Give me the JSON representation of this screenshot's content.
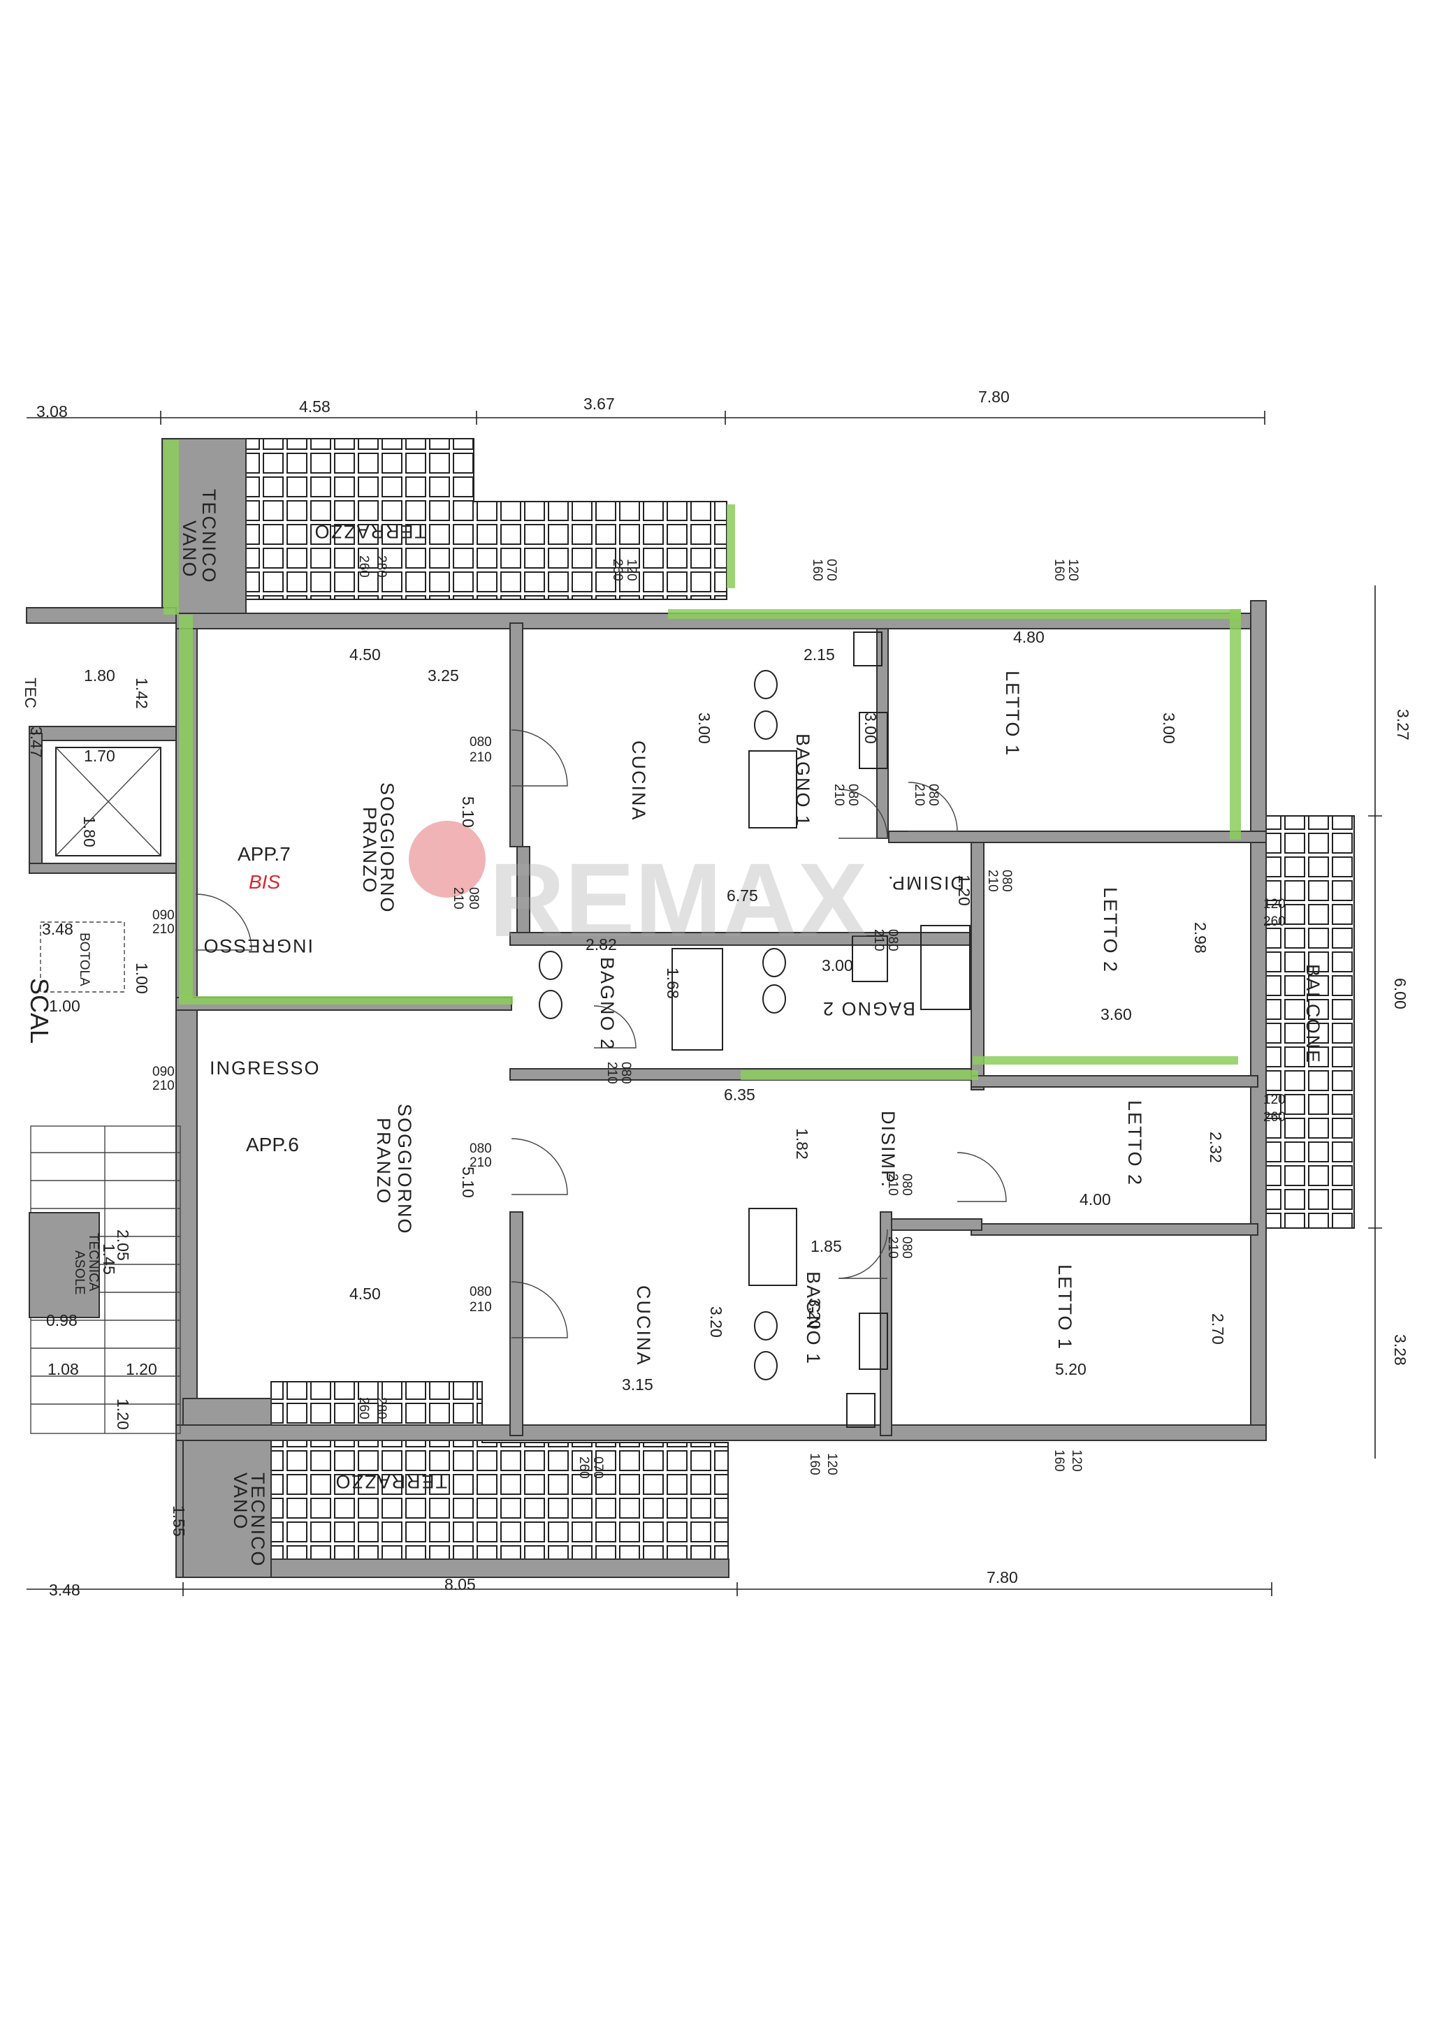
{
  "dims_top": [
    "3.08",
    "4.58",
    "3.67",
    "7.80"
  ],
  "dims_bottom": [
    "3.48",
    "8.05",
    "7.80"
  ],
  "dims_right": [
    "3.27",
    "6.00",
    "3.28"
  ],
  "apartments": {
    "app7": "APP.7",
    "app7_note": "BIS",
    "app6": "APP.6"
  },
  "brand": {
    "watermark": "REMAX",
    "accent": "#d8282f",
    "wall_color": "#9a9a9a",
    "green": "#8ccc5c"
  },
  "labels": {
    "tecnico": "TECNICO",
    "vano": "VANO",
    "terrazzo": "TERRAZZO",
    "balcone": "BALCONE",
    "soggiorno": "SOGGIORNO",
    "pranzo": "PRANZO",
    "cucina": "CUCINA",
    "ingresso": "INGRESSO",
    "letto1": "LETTO 1",
    "letto2": "LETTO 2",
    "bagno1": "BAGNO 1",
    "bagno2": "BAGNO 2",
    "disimp": "DISIMP.",
    "botola": "BOTOLA",
    "tecnica": "TECNICA",
    "asole": "ASOLE",
    "scal": "SCAL",
    "tec": "TEC"
  },
  "measures": [
    "4.50",
    "3.25",
    "2.15",
    "4.80",
    "5.10",
    "3.00",
    "3.00",
    "3.00",
    "6.75",
    "1.20",
    "2.98",
    "3.60",
    "2.82",
    "1.68",
    "3.00",
    "6.35",
    "1.82",
    "2.32",
    "4.00",
    "5.10",
    "4.50",
    "3.20",
    "3.15",
    "1.85",
    "3.20",
    "2.70",
    "5.20",
    "1.80",
    "1.42",
    "3.47",
    "1.70",
    "1.80",
    "3.48",
    "1.00",
    "1.00",
    "2.05",
    "1.45",
    "0.98",
    "1.08",
    "1.20",
    "1.20",
    "1.55"
  ],
  "openings": [
    "080",
    "210",
    "080",
    "210",
    "090",
    "210",
    "090",
    "210",
    "080",
    "210",
    "080",
    "210",
    "080",
    "210",
    "080",
    "210",
    "080",
    "210",
    "080",
    "210",
    "080",
    "210",
    "080",
    "210",
    "080",
    "210",
    "280",
    "260",
    "120",
    "260",
    "070",
    "160",
    "120",
    "160",
    "120",
    "260",
    "120",
    "260",
    "280",
    "260",
    "070",
    "260",
    "120",
    "160",
    "120",
    "160"
  ]
}
